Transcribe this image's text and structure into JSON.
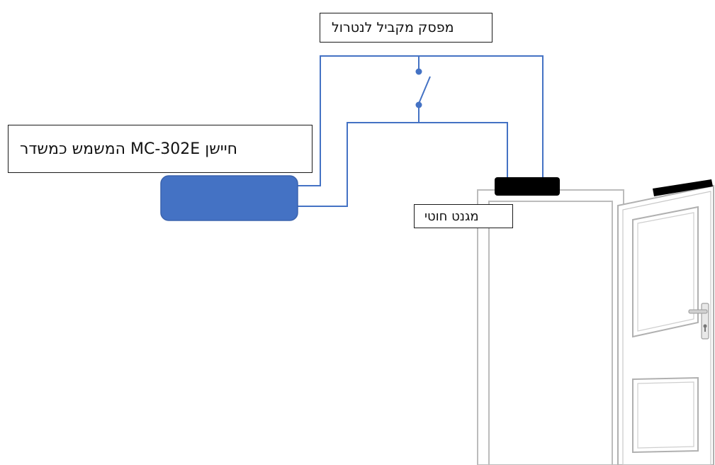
{
  "labels": {
    "parallel_switch": "מפסק מקביל לנטרול",
    "sensor": "חיישן MC-302E המשמש כמשדר",
    "magnet": "מגנט חוטי"
  },
  "colors": {
    "wire": "#4472c4",
    "sensor_body": "#4472c4",
    "magnet_body": "#000000",
    "door_outline": "#b8b8b8",
    "label_border": "#1a1a1a"
  },
  "icons": {
    "switch": "open-switch-symbol",
    "door": "open-door-icon",
    "handle": "door-handle-icon"
  }
}
